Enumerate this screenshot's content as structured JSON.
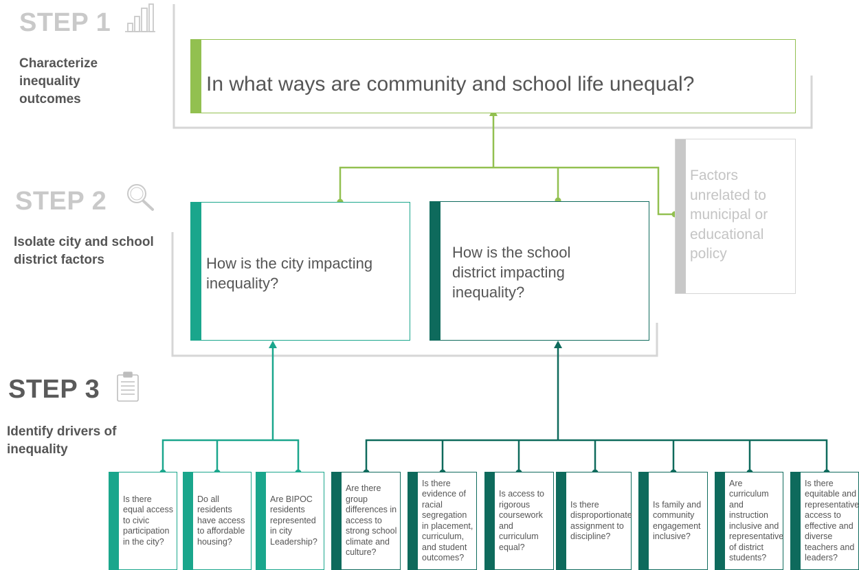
{
  "colors": {
    "step1_green": "#92c050",
    "city_teal": "#1aa68c",
    "district_dark": "#0e6a5c",
    "gray": "#c8c8c8",
    "text": "#555555",
    "faded_text": "#c4c4c4"
  },
  "steps": [
    {
      "title": "STEP 1",
      "description": "Characterize inequality outcomes",
      "icon": "bar-chart-icon"
    },
    {
      "title": "STEP 2",
      "description": "Isolate city and school district factors",
      "icon": "magnifier-icon"
    },
    {
      "title": "STEP 3",
      "description": "Identify drivers of inequality",
      "icon": "clipboard-icon"
    }
  ],
  "step1_question": "In what ways are community and school life unequal?",
  "step2": {
    "city_question": "How is the city impacting inequality?",
    "district_question": "How is the school district impacting inequality?",
    "unrelated_factors": "Factors unrelated to municipal or educational policy"
  },
  "step3": {
    "city_drivers": [
      "Is there equal access to civic participation in the city?",
      "Do all residents have access to affordable housing?",
      "Are BIPOC residents represented in city Leadership?"
    ],
    "district_drivers": [
      "Are there group differences in access to strong school climate and culture?",
      "Is there evidence of racial segregation in placement, curriculum, and student outcomes?",
      "Is access to rigorous coursework and curriculum equal?",
      "Is there disproportionate assignment to discipline?",
      "Is family and community engagement inclusive?",
      "Are curriculum and instruction inclusive and representative of district students?",
      "Is there equitable and representative access to effective and diverse teachers and leaders?"
    ]
  }
}
